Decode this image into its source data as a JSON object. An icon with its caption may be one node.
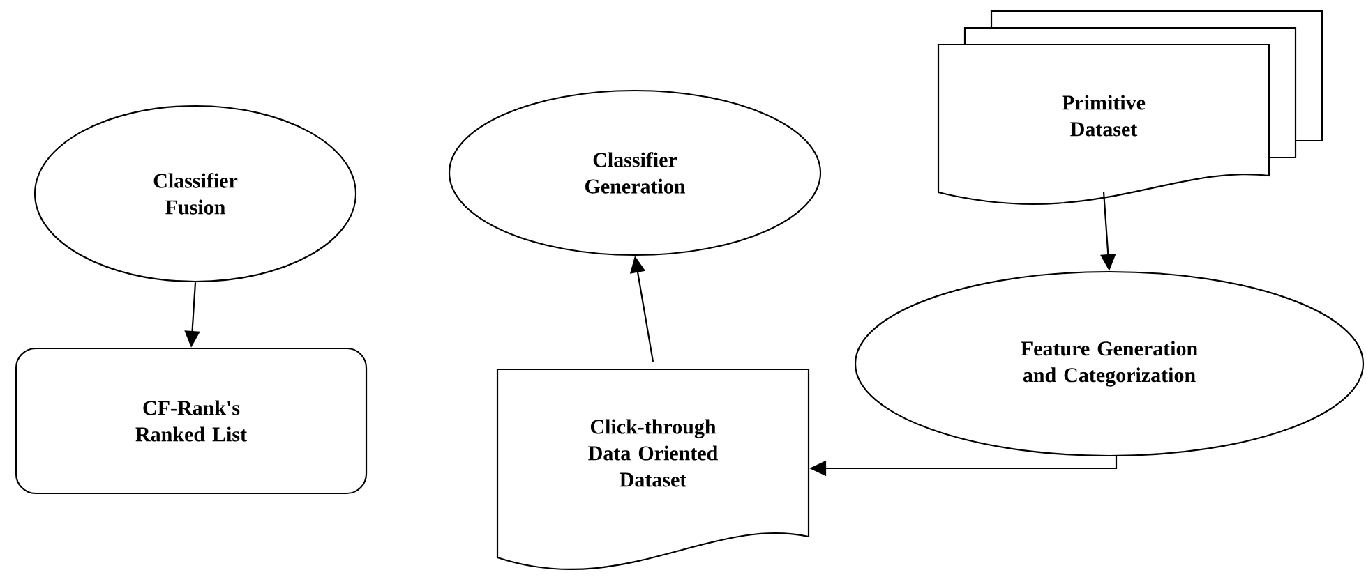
{
  "diagram": {
    "nodes": [
      {
        "text": [
          "Classifier Fusion"
        ]
      },
      {
        "text": [
          "CF-Rank's Ranked List"
        ]
      },
      {
        "text": [
          "Classifier Generation"
        ]
      },
      {
        "text": [
          "Click-through Data Oriented Dataset"
        ]
      },
      {
        "text": [
          "Primitive Dataset"
        ]
      },
      {
        "text": [
          "Feature Generation and Categorization"
        ]
      }
    ],
    "edges": [
      {
        "from": 0,
        "to": 1,
        "arrow": "to"
      },
      {
        "from": 3,
        "to": 2,
        "arrow": "to"
      },
      {
        "from": 4,
        "to": 5,
        "arrow": "to"
      },
      {
        "from": 5,
        "to": 3,
        "arrow": "to"
      }
    ]
  }
}
